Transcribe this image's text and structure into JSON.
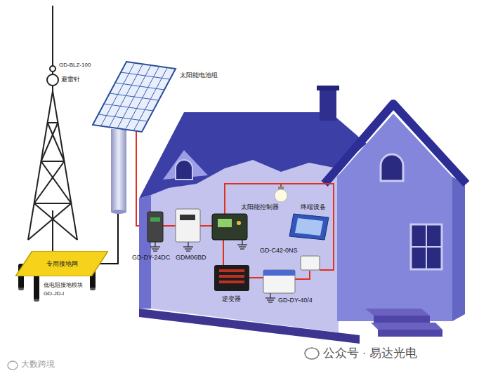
{
  "diagram": {
    "nodes": [
      {
        "text": [
          "专用接地网"
        ]
      }
    ],
    "labels": [
      "GD-BLZ-100",
      "避雷针",
      "太阳能电池组",
      "太阳能控制器",
      "终端设备",
      "GD-DY-24DC",
      "GDM06BD",
      "GD-C42-0NS",
      "逆变器",
      "GD-DY-40/4",
      "低电阻接地模块",
      "GD-JD-I",
      "公众号 · 易达光电",
      "大数跨境"
    ]
  }
}
